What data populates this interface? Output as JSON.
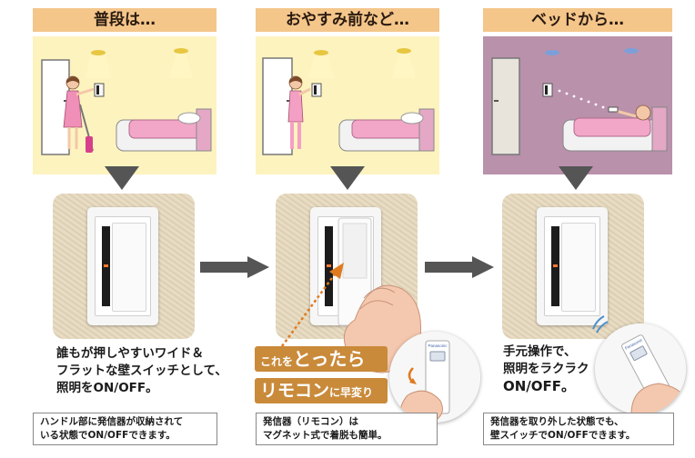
{
  "panels": [
    {
      "header": "普段は…",
      "desc_lines": [
        "誰もが押しやすいワイド＆",
        "フラットな壁スイッチとして、",
        "照明をON/OFF。"
      ],
      "note_lines": [
        "ハンドル部に発信器が収納されて",
        "いる状態でON/OFFできます。"
      ]
    },
    {
      "header": "おやすみ前など…",
      "banner1": {
        "small": "これを",
        "big": "とったら"
      },
      "banner2": {
        "big": "リモコン",
        "small": "に早変り"
      },
      "note_lines": [
        "発信器（リモコン）は",
        "マグネット式で着脱も簡単。"
      ]
    },
    {
      "header": "ベッドから…",
      "desc_lines": [
        "手元操作で、",
        "照明をラクラク",
        "ON/OFF。"
      ],
      "note_lines": [
        "発信器を取り外した状態でも、",
        "壁スイッチでON/OFFできます。"
      ]
    }
  ],
  "remote_brand": "Panasonic",
  "colors": {
    "header_bg": "#f4c68a",
    "scene_day": "#fdf3bf",
    "scene_night": "#b991ab",
    "arrow_gray": "#555555",
    "banner_brown": "#c98a3a"
  }
}
